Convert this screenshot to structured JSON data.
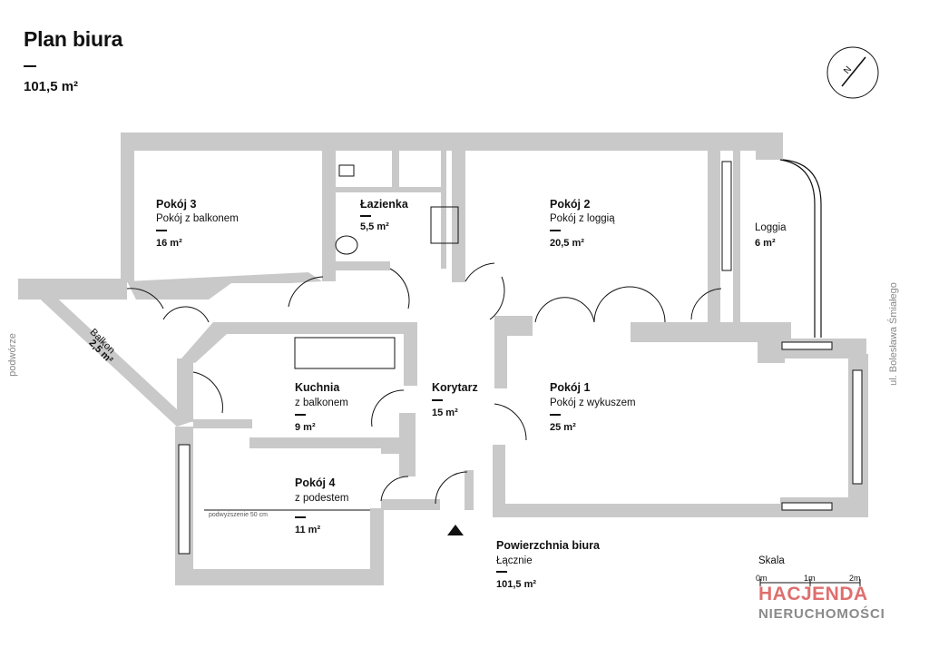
{
  "header": {
    "title": "Plan biura",
    "total_area": "101,5 m²"
  },
  "rooms": {
    "pokoj3": {
      "name": "Pokój 3",
      "desc": "Pokój z balkonem",
      "area": "16 m²"
    },
    "lazienka": {
      "name": "Łazienka",
      "area": "5,5 m²"
    },
    "pokoj2": {
      "name": "Pokój 2",
      "desc": "Pokój z loggią",
      "area": "20,5 m²"
    },
    "loggia": {
      "name": "Loggia",
      "area": "6 m²"
    },
    "balkon": {
      "name": "Balkon",
      "area": "2,5 m²"
    },
    "kuchnia": {
      "name": "Kuchnia",
      "desc": "z balkonem",
      "area": "9 m²"
    },
    "korytarz": {
      "name": "Korytarz",
      "area": "15 m²"
    },
    "pokoj1": {
      "name": "Pokój 1",
      "desc": "Pokój z wykuszem",
      "area": "25 m²"
    },
    "pokoj4": {
      "name": "Pokój 4",
      "desc": "z podestem",
      "area": "11 m²",
      "note": "podwyższenie 50 cm"
    }
  },
  "summary": {
    "title": "Powierzchnia biura",
    "label": "Łącznie",
    "area": "101,5 m²"
  },
  "scale": {
    "title": "Skala",
    "ticks": [
      "0m",
      "1m",
      "2m"
    ]
  },
  "labels": {
    "left_side": "podwórze",
    "right_side": "ul. Bolesława Śmiałego",
    "compass": "N"
  },
  "logo": {
    "line1": "HACJENDA",
    "line2": "NIERUCHOMOŚCI"
  },
  "colors": {
    "wall": "#c9c9c9",
    "ink": "#111111",
    "brand_red": "#d84a4a",
    "brand_gray": "#8a8a8a"
  }
}
